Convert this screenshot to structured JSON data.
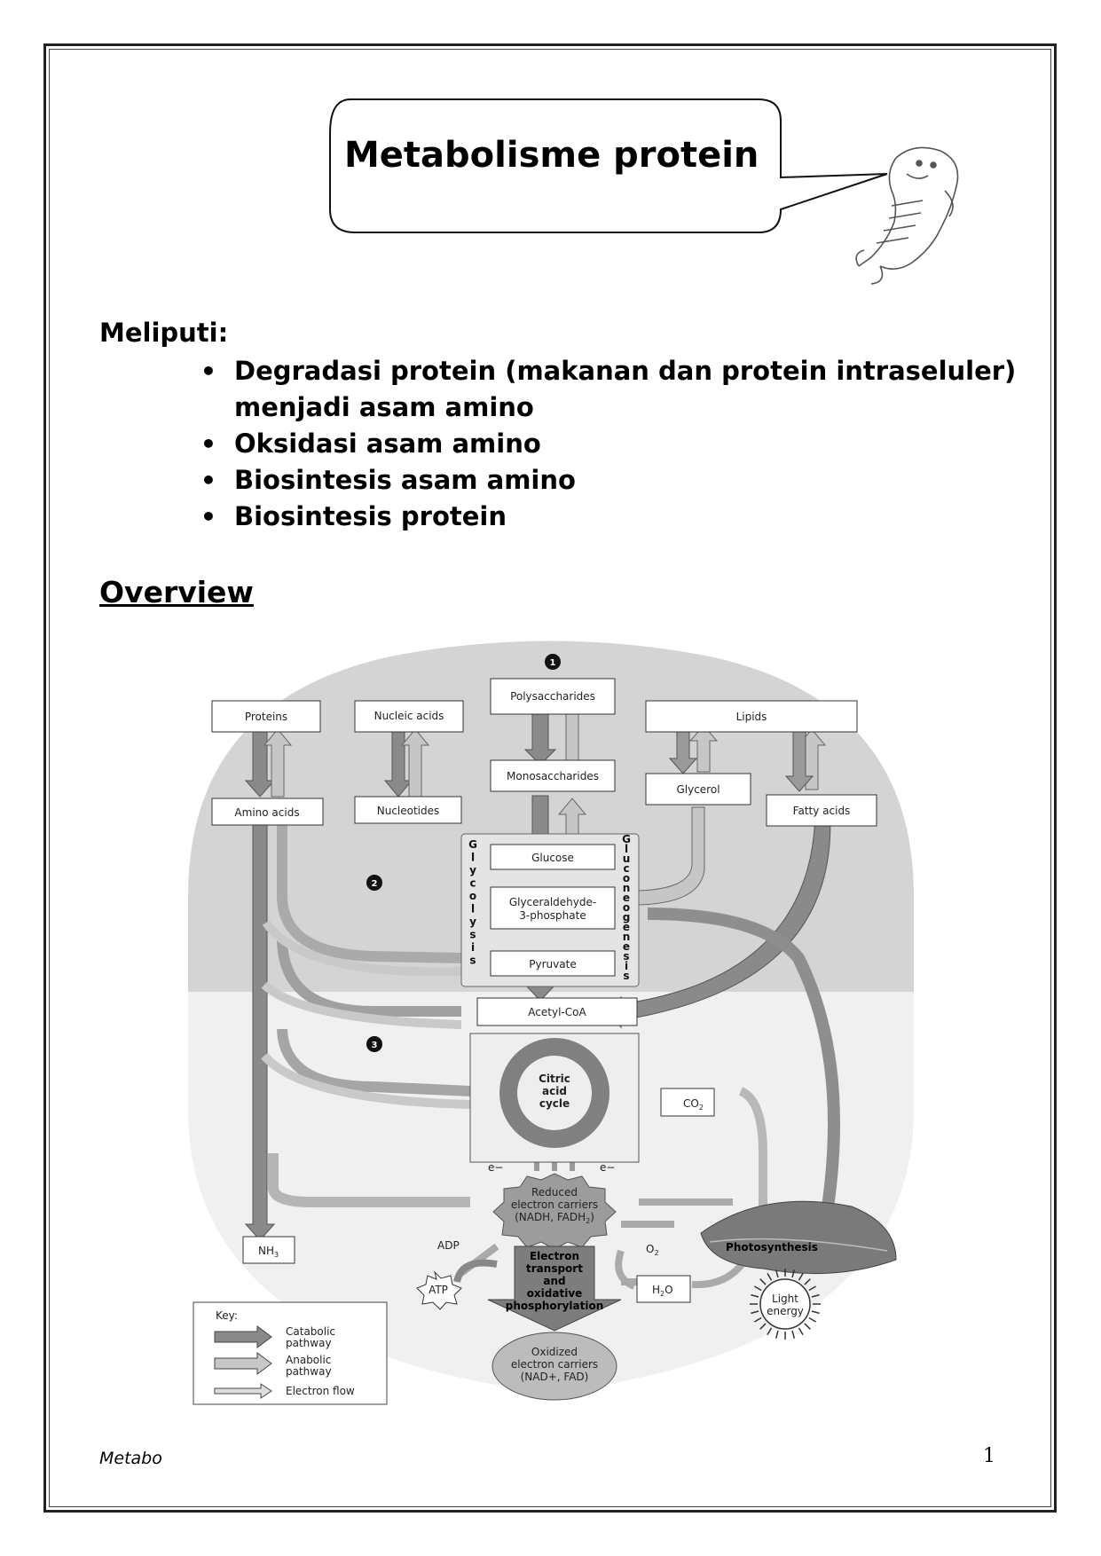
{
  "title": "Metabolisme protein",
  "intro_label": "Meliputi:",
  "points": [
    "Degradasi protein (makanan dan protein intraseluler) menjadi asam amino",
    "Oksidasi asam amino",
    "Biosintesis asam amino",
    "Biosintesis protein"
  ],
  "section_heading": "Overview",
  "diagram": {
    "markers": [
      "1",
      "2",
      "3"
    ],
    "nodes": {
      "proteins": "Proteins",
      "nucleic_acids": "Nucleic acids",
      "polysaccharides": "Polysaccharides",
      "lipids": "Lipids",
      "monosaccharides": "Monosaccharides",
      "amino_acids": "Amino acids",
      "nucleotides": "Nucleotides",
      "glycerol": "Glycerol",
      "fatty_acids": "Fatty acids",
      "glucose": "Glucose",
      "g3p_line1": "Glyceraldehyde-",
      "g3p_line2": "3-phosphate",
      "pyruvate": "Pyruvate",
      "acetyl_coa": "Acetyl-CoA",
      "citric_line1": "Citric",
      "citric_line2": "acid",
      "citric_line3": "cycle",
      "co2": "CO",
      "co2_sub": "2",
      "nh3": "NH",
      "nh3_sub": "3",
      "reduced_line1": "Reduced",
      "reduced_line2": "electron carriers",
      "reduced_line3": "(NADH, FADH",
      "reduced_sub": "2",
      "reduced_end": ")",
      "etc_line1": "Electron",
      "etc_line2": "transport",
      "etc_line3": "and",
      "etc_line4": "oxidative",
      "etc_line5": "phosphorylation",
      "oxidized_line1": "Oxidized",
      "oxidized_line2": "electron carriers",
      "oxidized_line3": "(NAD+, FAD)",
      "adp": "ADP",
      "atp": "ATP",
      "o2": "O",
      "o2_sub": "2",
      "h2o_a": "H",
      "h2o_sub": "2",
      "h2o_b": "O",
      "photosynthesis": "Photosynthesis",
      "light_line1": "Light",
      "light_line2": "energy",
      "e_left": "e−",
      "e_right": "e−"
    },
    "glycolysis_letters": [
      "G",
      "l",
      "y",
      "c",
      "o",
      "l",
      "y",
      "s",
      "i",
      "s"
    ],
    "gluconeogenesis_letters": [
      "G",
      "l",
      "u",
      "c",
      "o",
      "n",
      "e",
      "o",
      "g",
      "e",
      "n",
      "e",
      "s",
      "i",
      "s"
    ],
    "key": {
      "title": "Key:",
      "catabolic_1": "Catabolic",
      "catabolic_2": "pathway",
      "anabolic_1": "Anabolic",
      "anabolic_2": "pathway",
      "electron_flow": "Electron flow"
    }
  },
  "footer": {
    "left": "Metabo",
    "page_number": "1"
  }
}
